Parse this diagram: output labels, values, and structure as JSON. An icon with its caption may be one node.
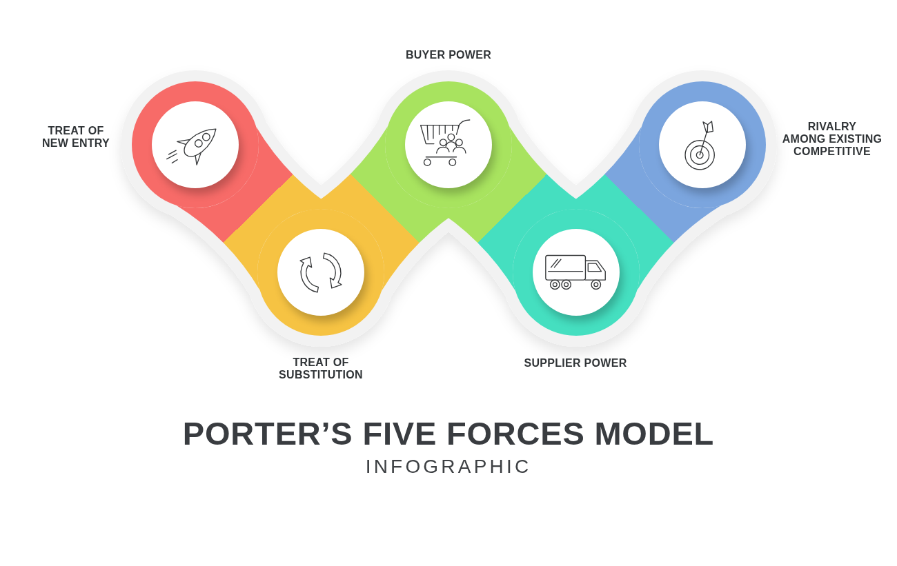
{
  "diagram": {
    "title": "PORTER’S FIVE FORCES MODEL",
    "nodes": [
      {
        "text": [
          "TREAT OF NEW ENTRY"
        ]
      },
      {
        "text": [
          "TREAT OF SUBSTITUTION"
        ]
      },
      {
        "text": [
          "BUYER POWER"
        ]
      },
      {
        "text": [
          "SUPPLIER POWER"
        ]
      },
      {
        "text": [
          "RIVALRY AMONG EXISTING COMPETITIVE"
        ]
      }
    ],
    "edges": [
      {
        "from": 0,
        "to": 1,
        "arrow": "none"
      },
      {
        "from": 1,
        "to": 2,
        "arrow": "none"
      },
      {
        "from": 2,
        "to": 3,
        "arrow": "none"
      },
      {
        "from": 3,
        "to": 4,
        "arrow": "none"
      }
    ],
    "labels": [
      "INFOGRAPHIC"
    ]
  }
}
